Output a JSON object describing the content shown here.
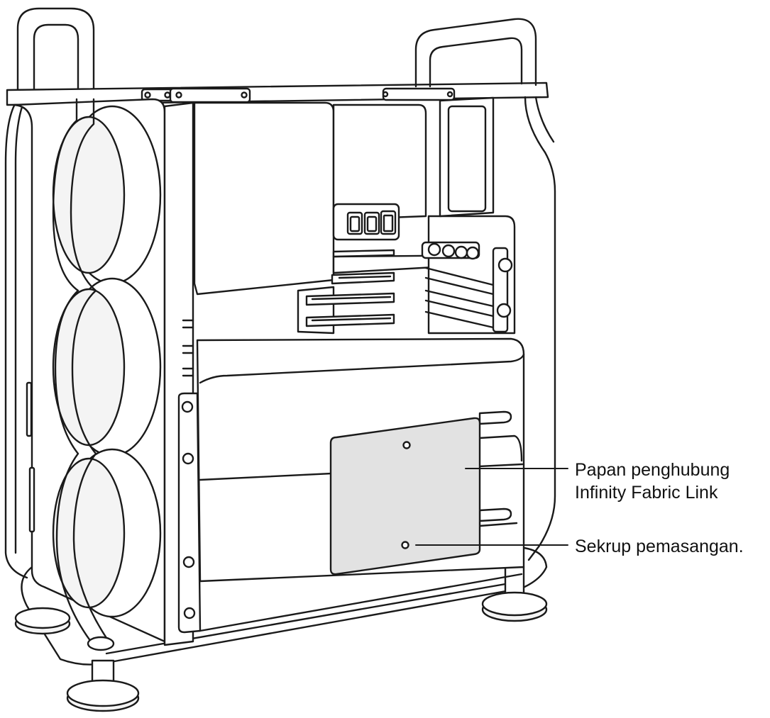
{
  "callouts": {
    "board": {
      "line1": "Papan penghubung",
      "line2": "Infinity Fabric Link"
    },
    "screw": {
      "label": "Sekrup pemasangan."
    }
  },
  "colors": {
    "outline": "#1a1a1a",
    "panel_fill": "#f4f4f4",
    "board_fill": "#e2e2e2",
    "background": "#ffffff"
  }
}
